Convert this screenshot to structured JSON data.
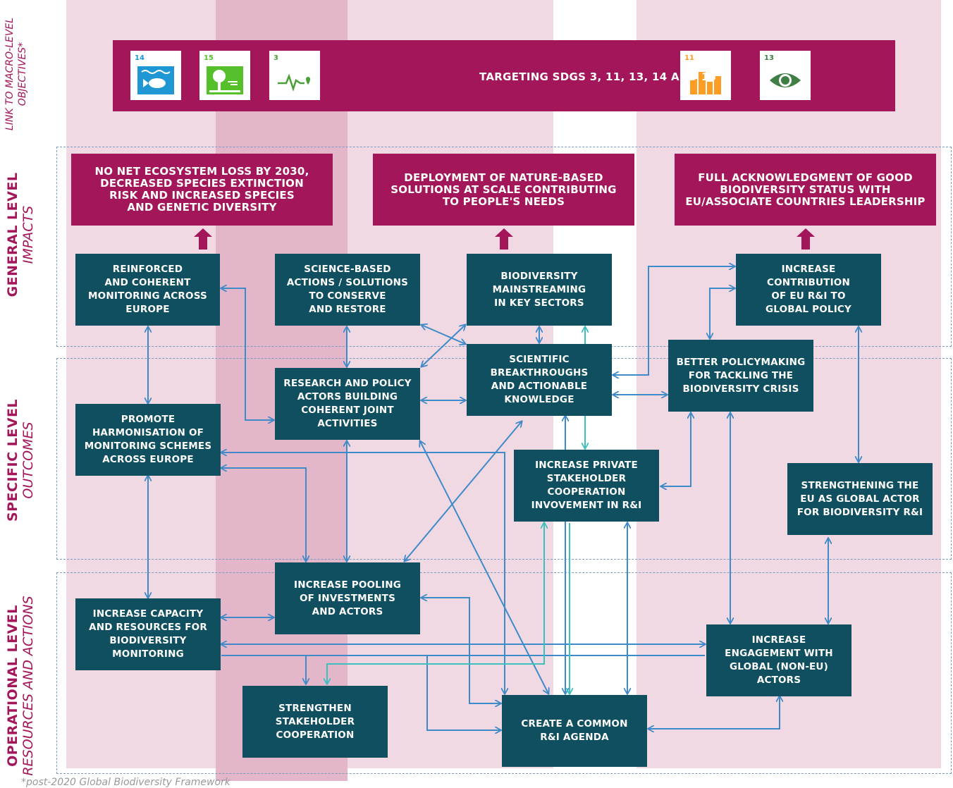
{
  "side_labels": {
    "macro": [
      "LINK TO MACRO-LEVEL",
      "OBJECTIVES*"
    ],
    "general": {
      "strong": "GENERAL LEVEL",
      "light": "IMPACTS"
    },
    "specific": {
      "strong": "SPECIFIC LEVEL",
      "light": "OUTCOMES"
    },
    "operational": {
      "strong": "OPERATIONAL LEVEL",
      "light": "RESOURCES AND ACTIONS"
    }
  },
  "banner": {
    "text": "TARGETING SDGS 3, 11, 13, 14 AND 15",
    "sdgs": [
      {
        "number": "14",
        "color": "#1f97d4",
        "icon": "fish-icon"
      },
      {
        "number": "15",
        "color": "#56c02b",
        "icon": "tree-icon"
      },
      {
        "number": "3",
        "color": "#4c9f38",
        "icon": "heartbeat-icon"
      },
      {
        "number": "11",
        "color": "#fd9d24",
        "icon": "city-icon"
      },
      {
        "number": "13",
        "color": "#3f7e44",
        "icon": "eye-earth-icon"
      }
    ]
  },
  "impacts": {
    "i1": "NO NET ECOSYSTEM LOSS BY 2030,\nDECREASED SPECIES EXTINCTION\nRISK AND INCREASED SPECIES\nAND GENETIC DIVERSITY",
    "i2": "DEPLOYMENT OF NATURE-BASED\nSOLUTIONS AT SCALE CONTRIBUTING\nTO PEOPLE'S NEEDS",
    "i3": "FULL ACKNOWLEDGMENT OF GOOD\nBIODIVERSITY STATUS WITH\nEU/ASSOCIATE COUNTRIES LEADERSHIP"
  },
  "nodes": {
    "n1": "REINFORCED\nAND COHERENT\nMONITORING ACROSS\nEUROPE",
    "n2": "SCIENCE-BASED\nACTIONS / SOLUTIONS\nTO CONSERVE\nAND RESTORE",
    "n3": "BIODIVERSITY\nMAINSTREAMING\nIN KEY SECTORS",
    "n4": "INCREASE\nCONTRIBUTION\nOF EU R&I TO\nGLOBAL POLICY",
    "n5": "SCIENTIFIC\nBREAKTHROUGHS\nAND ACTIONABLE\nKNOWLEDGE",
    "n6": "BETTER POLICYMAKING\nFOR TACKLING THE\nBIODIVERSITY CRISIS",
    "n7": "RESEARCH AND POLICY\nACTORS BUILDING\nCOHERENT JOINT\nACTIVITIES",
    "n8": "PROMOTE\nHARMONISATION OF\nMONITORING SCHEMES\nACROSS EUROPE",
    "n9": "INCREASE PRIVATE\nSTAKEHOLDER\nCOOPERATION\nINVOVEMENT IN R&I",
    "n10": "STRENGTHENING THE\nEU AS GLOBAL ACTOR\nFOR BIODIVERSITY R&I",
    "n11": "INCREASE POOLING\nOF INVESTMENTS\nAND ACTORS",
    "n12": "INCREASE CAPACITY\nAND RESOURCES FOR\nBIODIVERSITY\nMONITORING",
    "n13": "INCREASE\nENGAGEMENT WITH\nGLOBAL (NON-EU)\nACTORS",
    "n14": "STRENGTHEN\nSTAKEHOLDER\nCOOPERATION",
    "n15": "CREATE A COMMON\nR&I AGENDA"
  },
  "footnote": "*post-2020 Global Biodiversity Framework",
  "colors": {
    "impact": "#a3175a",
    "node": "#0f4f5f",
    "arrow": "#3f8ac9",
    "arrow_teal": "#3cbfbd",
    "band_light": "#f0d9e3",
    "band_dark": "#e3b6ca"
  }
}
